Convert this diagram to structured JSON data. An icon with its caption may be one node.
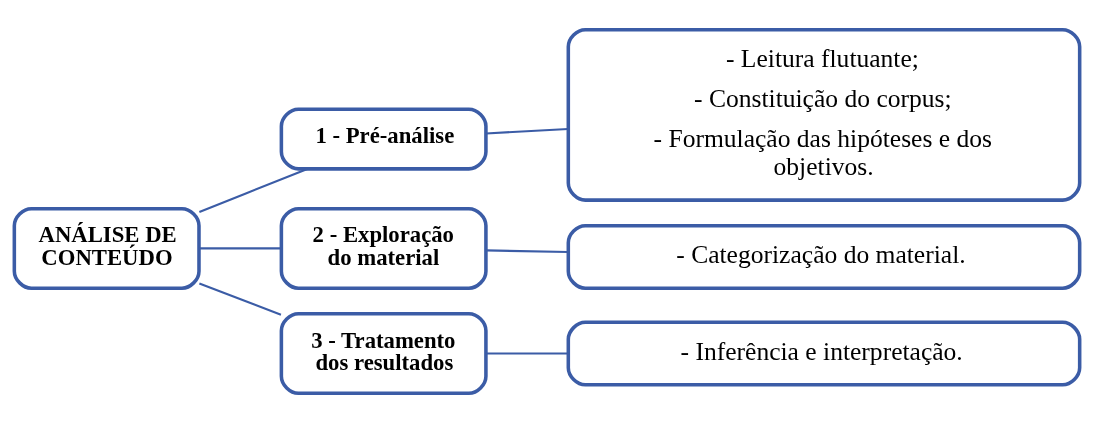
{
  "diagram": {
    "nodes": [
      {
        "text": [
          "ANÁLISE DE CONTEÚDO"
        ]
      },
      {
        "text": [
          "1 - Pré-análise"
        ]
      },
      {
        "text": [
          "- Leitura flutuante;",
          "- Constituição do corpus;",
          "- Formulação das hipóteses e dos objetivos."
        ]
      },
      {
        "text": [
          "2 - Exploração do material"
        ]
      },
      {
        "text": [
          "- Categorização do material."
        ]
      },
      {
        "text": [
          "3 - Tratamento dos resultados"
        ]
      },
      {
        "text": [
          "- Inferência e interpretação."
        ]
      }
    ],
    "edges": [
      {
        "from": 0,
        "to": 1,
        "arrow": "none"
      },
      {
        "from": 0,
        "to": 3,
        "arrow": "none"
      },
      {
        "from": 0,
        "to": 5,
        "arrow": "none"
      },
      {
        "from": 1,
        "to": 2,
        "arrow": "none"
      },
      {
        "from": 3,
        "to": 4,
        "arrow": "none"
      },
      {
        "from": 5,
        "to": 6,
        "arrow": "none"
      }
    ]
  }
}
